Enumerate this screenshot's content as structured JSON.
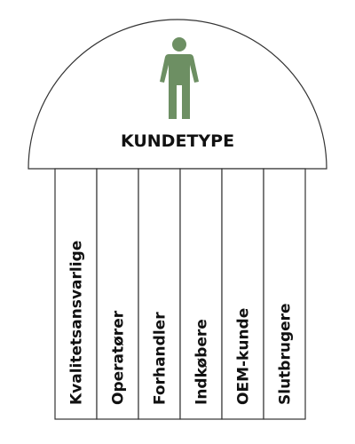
{
  "diagram": {
    "title": "KUNDETYPE",
    "icon": "person-icon",
    "colors": {
      "person": "#6d8f63",
      "outline": "#333333",
      "text": "#111111"
    },
    "columns": [
      {
        "label": "Kvalitetsansvarlige"
      },
      {
        "label": "Operatører"
      },
      {
        "label": "Forhandler"
      },
      {
        "label": "Indkøbere"
      },
      {
        "label": "OEM-kunde"
      },
      {
        "label": "Slutbrugere"
      }
    ]
  }
}
